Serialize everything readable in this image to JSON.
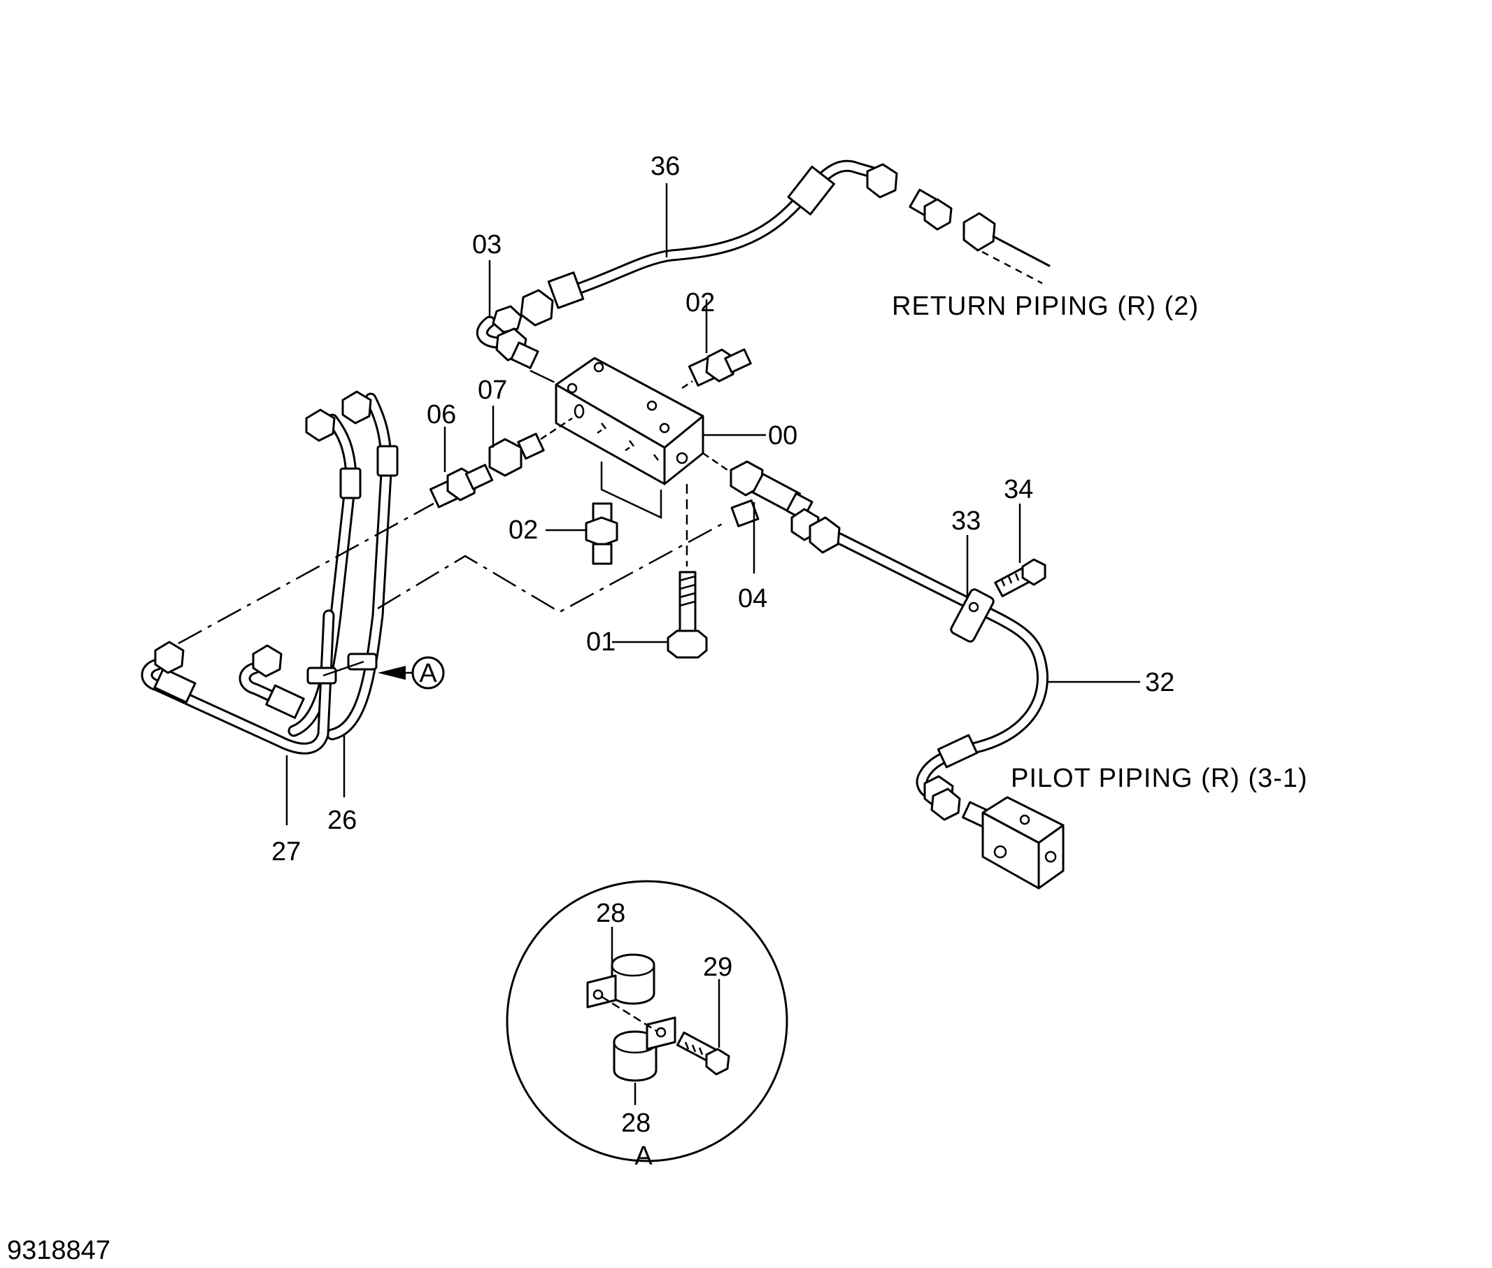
{
  "drawing_number": "9318847",
  "callouts": {
    "c00": "00",
    "c01": "01",
    "c02a": "02",
    "c02b": "02",
    "c03": "03",
    "c04": "04",
    "c06": "06",
    "c07": "07",
    "c26": "26",
    "c27": "27",
    "c28a": "28",
    "c28b": "28",
    "c29": "29",
    "c32": "32",
    "c33": "33",
    "c34": "34",
    "c36": "36"
  },
  "notes": {
    "return_piping": "RETURN  PIPING (R)  (2)",
    "pilot_piping": "PILOT  PIPING (R)  (3-1)"
  },
  "detail": {
    "marker": "A",
    "view_label": "A"
  }
}
